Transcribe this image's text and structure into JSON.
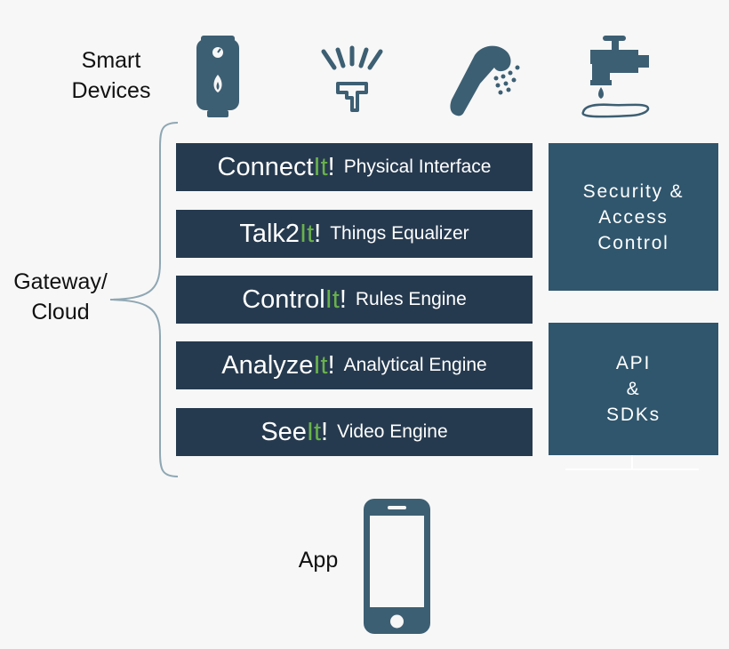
{
  "labels": {
    "smart_devices_line1": "Smart",
    "smart_devices_line2": "Devices",
    "gateway_line1": "Gateway/",
    "gateway_line2": "Cloud",
    "app": "App"
  },
  "devices": [
    {
      "icon": "water-heater-icon"
    },
    {
      "icon": "sprinkler-icon"
    },
    {
      "icon": "shower-head-icon"
    },
    {
      "icon": "faucet-icon"
    }
  ],
  "engines": [
    {
      "name_prefix": "Connect",
      "name_it": "It",
      "name_suffix": "!",
      "description": "Physical Interface"
    },
    {
      "name_prefix": "Talk2",
      "name_it": "It",
      "name_suffix": "!",
      "description": "Things Equalizer"
    },
    {
      "name_prefix": "Control",
      "name_it": "It",
      "name_suffix": "!",
      "description": "Rules Engine"
    },
    {
      "name_prefix": "Analyze",
      "name_it": "It",
      "name_suffix": "!",
      "description": "Analytical Engine"
    },
    {
      "name_prefix": "See",
      "name_it": "It",
      "name_suffix": "!",
      "description": "Video Engine"
    }
  ],
  "security_box": {
    "lines": [
      "Security &",
      "Access",
      "Control"
    ]
  },
  "api_box": {
    "lines": [
      "API",
      "&",
      "SDKs"
    ]
  },
  "colors": {
    "background": "#f7f7f7",
    "row_fill": "#263a4f",
    "side_box_fill": "#30566d",
    "icon_fill": "#3d5f73",
    "brand_green": "#69b24b",
    "brace_line": "#8fa7b3"
  },
  "app_icon": "smartphone-icon"
}
